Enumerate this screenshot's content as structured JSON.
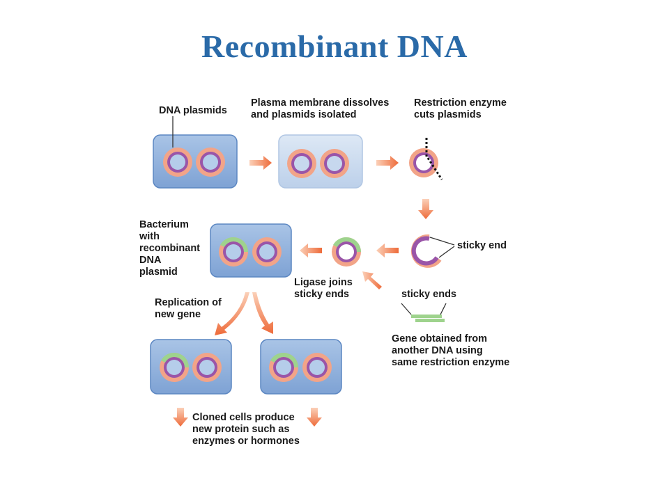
{
  "title": "Recombinant DNA",
  "labels": {
    "dna_plasmids": "DNA plasmids",
    "membrane_1": "Plasma membrane dissolves",
    "membrane_2": "and plasmids isolated",
    "restriction_1": "Restriction enzyme",
    "restriction_2": "cuts plasmids",
    "sticky_end": "sticky end",
    "bacterium_1": "Bacterium",
    "bacterium_2": "with",
    "bacterium_3": "recombinant",
    "bacterium_4": "DNA",
    "bacterium_5": "plasmid",
    "ligase_1": "Ligase joins",
    "ligase_2": "sticky ends",
    "sticky_ends": "sticky ends",
    "gene_1": "Gene obtained from",
    "gene_2": "another DNA using",
    "gene_3": "same restriction enzyme",
    "replication_1": "Replication of",
    "replication_2": "new gene",
    "cloned_1": "Cloned cells produce",
    "cloned_2": "new protein such as",
    "cloned_3": "enzymes or hormones"
  },
  "colors": {
    "cell_fill": "#8fb1dc",
    "cell_edge": "#5c87c2",
    "dissolved_fill": "#c7d8ee",
    "ring_outer": "#f2a488",
    "ring_inner": "#9a55a8",
    "ring_center": "#b5cdea",
    "gene": "#9ed38d",
    "arrow": "#ee7040"
  }
}
